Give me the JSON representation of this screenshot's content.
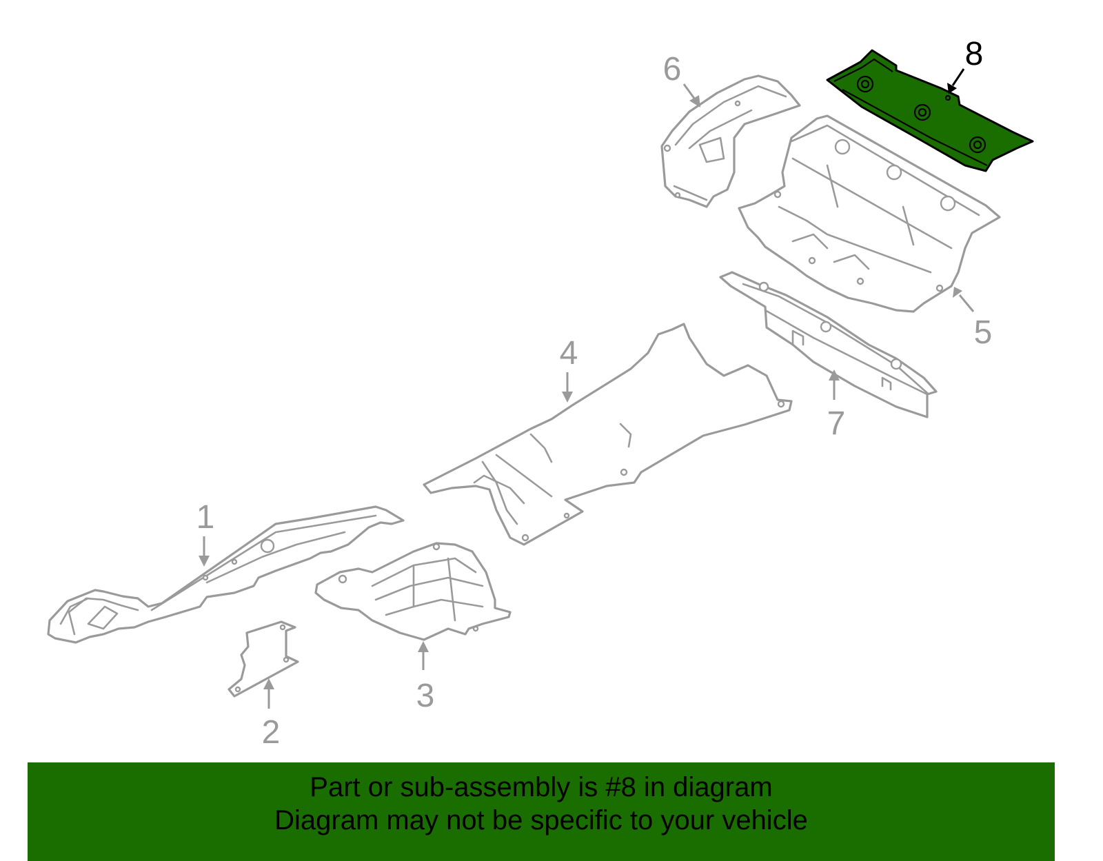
{
  "callouts": {
    "p1": "1",
    "p2": "2",
    "p3": "3",
    "p4": "4",
    "p5": "5",
    "p6": "6",
    "p7": "7",
    "p8": "8"
  },
  "highlighted_part": "8",
  "banner": {
    "line1": "Part or sub-assembly is #8 in diagram",
    "line2": "Diagram may not be specific to your vehicle"
  },
  "colors": {
    "highlight": "#1a6e00",
    "outline": "#9a9a9a",
    "highlight_outline": "#000000",
    "background": "#ffffff"
  }
}
